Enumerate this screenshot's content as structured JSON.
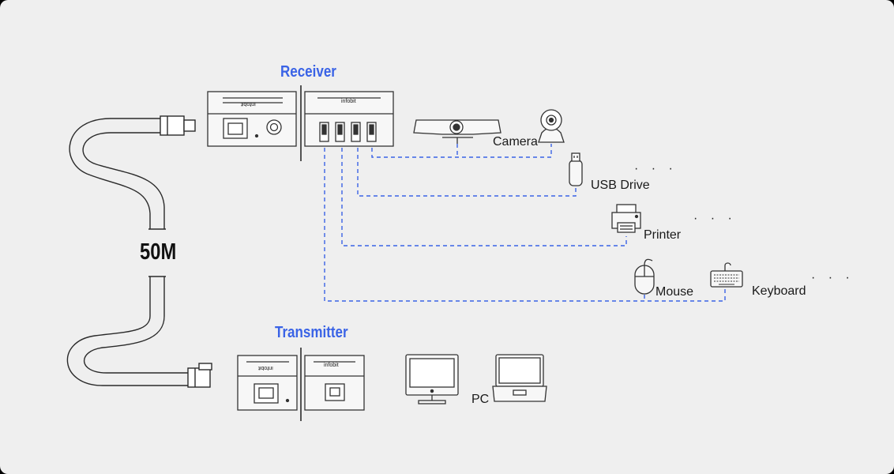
{
  "labels": {
    "receiver": "Receiver",
    "transmitter": "Transmitter",
    "cable_length": "50M",
    "camera": "Camera",
    "usb_drive": "USB Drive",
    "printer": "Printer",
    "mouse": "Mouse",
    "keyboard": "Keyboard",
    "pc": "PC",
    "ellipsis": "· · ·"
  },
  "brand": {
    "logo_text": "infobit"
  },
  "colors": {
    "background": "#efefef",
    "title": "#3a63e6",
    "connection_line": "#3a63e6",
    "device_stroke": "#333333"
  }
}
